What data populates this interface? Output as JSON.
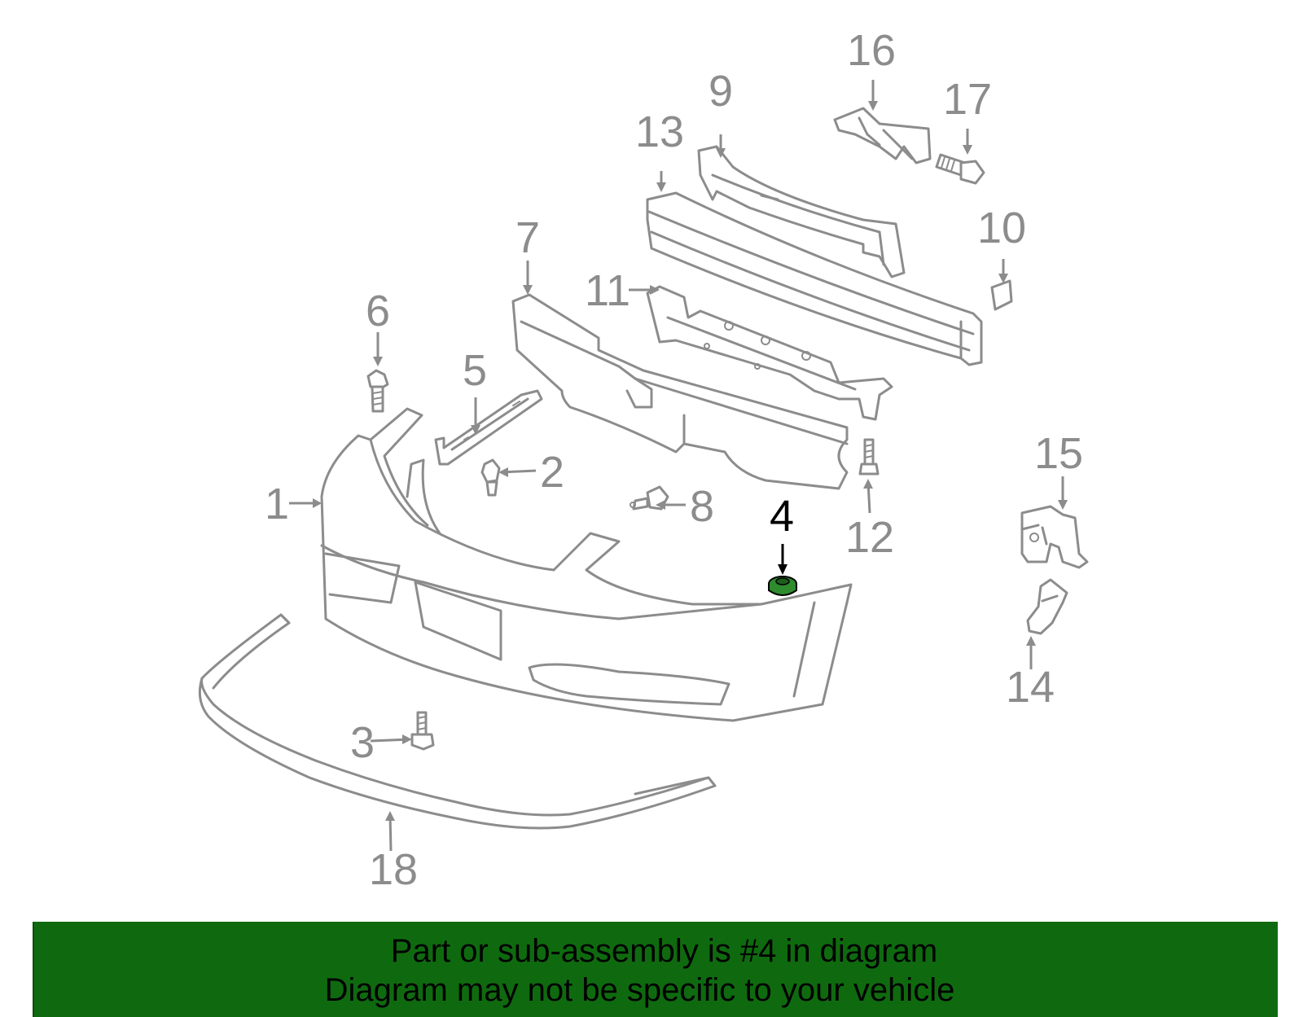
{
  "diagram": {
    "highlighted_part": "4",
    "highlight_color": "#2e8b2e",
    "line_color": "#8c8c8c",
    "callouts": [
      {
        "id": "1",
        "label": "1"
      },
      {
        "id": "2",
        "label": "2"
      },
      {
        "id": "3",
        "label": "3"
      },
      {
        "id": "4",
        "label": "4"
      },
      {
        "id": "5",
        "label": "5"
      },
      {
        "id": "6",
        "label": "6"
      },
      {
        "id": "7",
        "label": "7"
      },
      {
        "id": "8",
        "label": "8"
      },
      {
        "id": "9",
        "label": "9"
      },
      {
        "id": "10",
        "label": "10"
      },
      {
        "id": "11",
        "label": "11"
      },
      {
        "id": "12",
        "label": "12"
      },
      {
        "id": "13",
        "label": "13"
      },
      {
        "id": "14",
        "label": "14"
      },
      {
        "id": "15",
        "label": "15"
      },
      {
        "id": "16",
        "label": "16"
      },
      {
        "id": "17",
        "label": "17"
      },
      {
        "id": "18",
        "label": "18"
      }
    ]
  },
  "banner": {
    "line1": "Part or sub-assembly is #4 in diagram",
    "line2": "Diagram may not be specific to your vehicle",
    "background": "#0f6a0f"
  }
}
